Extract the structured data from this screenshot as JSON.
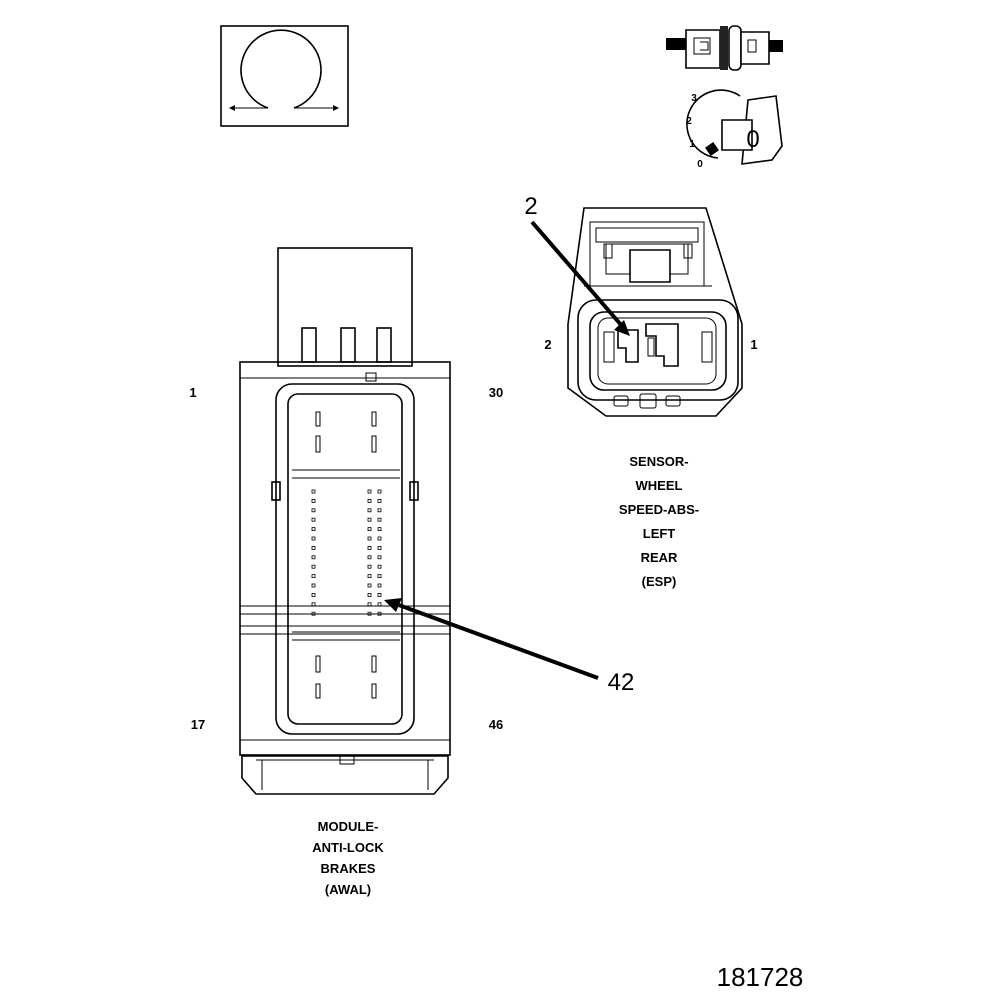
{
  "abs_module": {
    "name_lines": [
      "MODULE-",
      "ANTI-LOCK",
      "BRAKES",
      "(AWAL)"
    ],
    "pin_top_left": "1",
    "pin_top_right": "30",
    "pin_bottom_left": "17",
    "pin_bottom_right": "46",
    "callout": "42"
  },
  "wheel_sensor": {
    "name_lines": [
      "SENSOR-",
      "WHEEL",
      "SPEED-ABS-",
      "LEFT",
      "REAR",
      "(ESP)"
    ],
    "pin_left": "2",
    "pin_right": "1",
    "callout": "2"
  },
  "lock_dial": {
    "positions": [
      "3",
      "2",
      "1",
      "0"
    ],
    "key_label": "0"
  },
  "figure_number": "181728"
}
